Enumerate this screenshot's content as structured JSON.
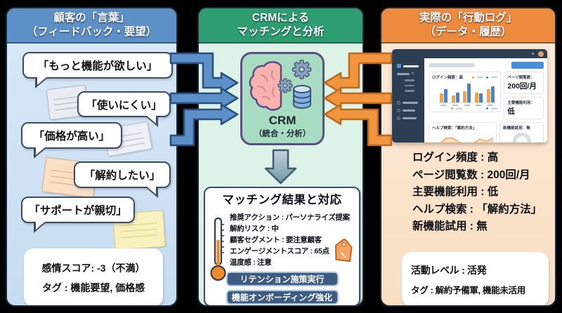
{
  "colors": {
    "left_header": "#5d90c6",
    "left_body_top": "#d9e9f8",
    "left_body_bottom": "#c6dcf0",
    "center_header": "#2f9d72",
    "center_body": "#ddf3e8",
    "crm_box": "#a8dcc2",
    "crm_border": "#5a4e82",
    "right_header": "#ee8a3e",
    "right_body_top": "#fcead8",
    "right_body_bottom": "#fadec2",
    "arrow_blue": "#5d8fc9",
    "arrow_blue_border": "#29507f",
    "arrow_orange": "#f2953f",
    "arrow_orange_border": "#bc6a1d",
    "down_arrow_border": "#3d5c74",
    "bubble_border": "#3d4c5e",
    "button_bg": "#3d5a80",
    "button_border": "#a6c4e2",
    "dash_navy": "#2c3e52",
    "dash_blue": "#4e82c4",
    "dash_orange": "#f2a24e"
  },
  "icons": {
    "crm_icon": "brain-gears-database",
    "result_icon": "thermometer",
    "alert_icon": "warning-price-tag"
  },
  "left": {
    "header_line1": "顧客の「言葉」",
    "header_line2": "（フィードバック・要望）",
    "bubbles": [
      "「もっと機能が欲しい」",
      "「使いにくい」",
      "「価格が高い」",
      "「解約したい」",
      "「サポートが親切」"
    ],
    "summary_line1": "感情スコア: -3（不満）",
    "summary_line2": "タグ : 機能要望, 価格感"
  },
  "center": {
    "header_line1": "CRMによる",
    "header_line2": "マッチングと分析",
    "crm_label": "CRM",
    "crm_sublabel": "（統合・分析）",
    "result_title": "マッチング結果と対応",
    "result_rows": [
      "推奨アクション : パーソナライズ提案",
      "解約リスク : 中",
      "顧客セグメント : 要注意顧客",
      "エンゲージメントスコア : 65点",
      "温度感 : 注意"
    ],
    "action_buttons": [
      "リテンション施策実行",
      "機能オンボーディング強化"
    ]
  },
  "right": {
    "header_line1": "実際の「行動ログ」",
    "header_line2": "（データ・履歴）",
    "stats": [
      "ログイン頻度 : 高",
      "ページ閲覧数 : 200回/月",
      "主要機能利用 : 低",
      "ヘルプ検索 : 「解約方法」",
      "新機能試用 : 無"
    ],
    "summary_line1": "活動レベル : 活発",
    "summary_line2": "タグ : 解約予備軍, 機能未活用",
    "dashboard": {
      "bar_card_title": "ログイン頻度：高",
      "stat1_label": "ページ閲覧数：",
      "stat1_value": "200回/月",
      "stat2_label": "主要機能利用：",
      "stat2_value": "低",
      "area_card_title": "ヘルプ検索：「解約方法」",
      "donut_card_title": "新機能試用：無"
    }
  },
  "chart_data": [
    {
      "type": "bar",
      "title": "ログイン頻度：高",
      "categories": [
        "",
        "",
        "",
        "",
        ""
      ],
      "series": [
        {
          "name": "orange",
          "values": [
            42,
            34,
            52,
            46,
            62
          ]
        },
        {
          "name": "blue",
          "values": [
            64,
            46,
            90,
            42,
            78
          ]
        }
      ],
      "ylim": [
        0,
        100
      ],
      "legend_position": "top-right"
    },
    {
      "type": "area",
      "title": "ヘルプ検索：「解約方法」",
      "x": [
        0,
        1,
        2,
        3,
        4,
        5,
        6,
        7,
        8,
        9
      ],
      "values": [
        8,
        35,
        68,
        72,
        48,
        30,
        38,
        65,
        52,
        70
      ],
      "ylim": [
        0,
        100
      ]
    },
    {
      "type": "pie",
      "title": "新機能試用：無",
      "values": []
    }
  ]
}
